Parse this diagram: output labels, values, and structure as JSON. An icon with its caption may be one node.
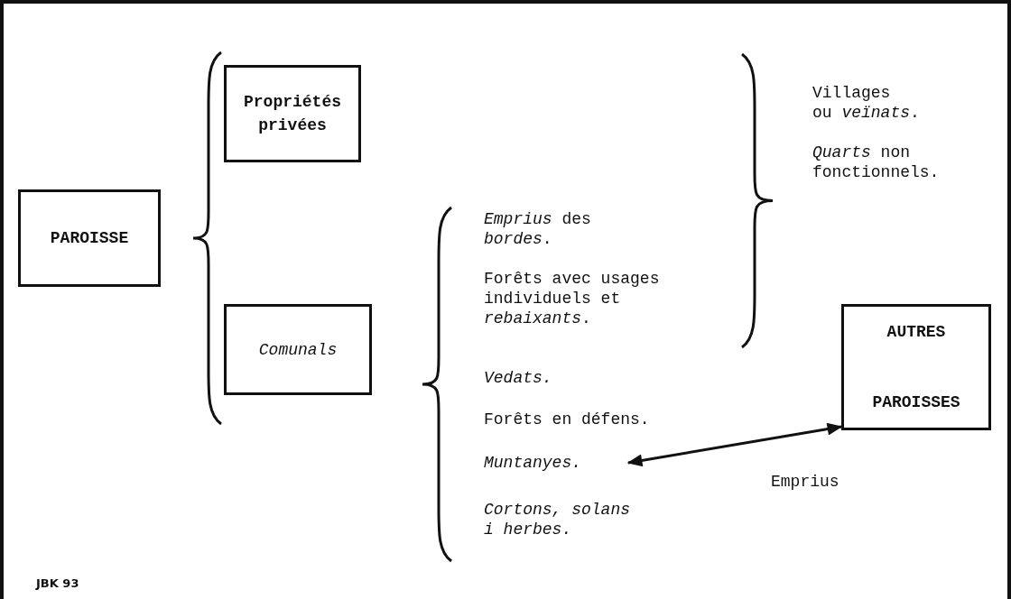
{
  "diagram": {
    "nodes": [
      {
        "text": [
          "PAROISSE"
        ]
      },
      {
        "text": [
          "Propriétés privées"
        ]
      },
      {
        "text": [
          "Comunals"
        ]
      },
      {
        "text": [
          "Muntanyes."
        ]
      },
      {
        "text": [
          "AUTRES PAROISSES"
        ]
      }
    ],
    "edges": [
      {
        "from": 3,
        "to": 4,
        "arrow": "both",
        "label": "Emprius"
      }
    ],
    "labels": [
      "Villages ou *veïnats*.",
      "*Quarts* non fonctionnels.",
      "*Emprius* des *bordes*.",
      "Forêts avec usages individuels et *rebaixants*.",
      "Vedats.",
      "Forêts en défens.",
      "Cortons, solans i herbes.",
      "JBK 93"
    ]
  }
}
